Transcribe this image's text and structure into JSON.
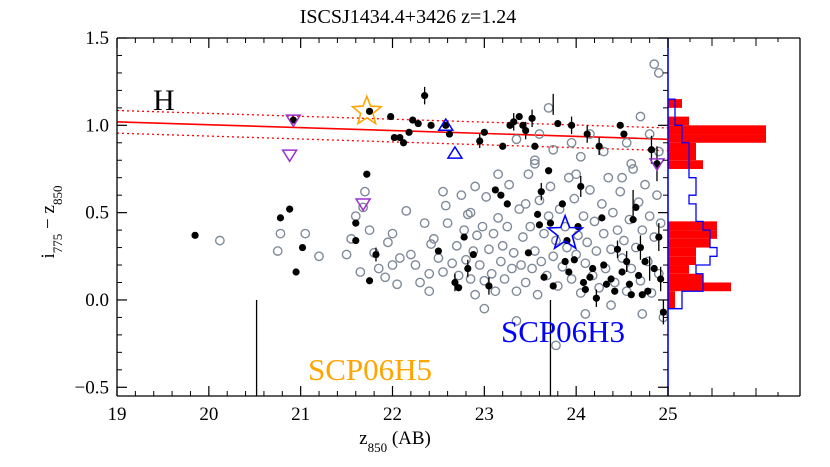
{
  "chart_data": {
    "type": "scatter",
    "title": "ISCSJ1434.4+3426 z=1.24",
    "xlabel_main": "z",
    "xlabel_sub": "850",
    "xlabel_tail": " (AB)",
    "ylabel_i": "i",
    "ylabel_i_sub": "775",
    "ylabel_mid": " − z",
    "ylabel_z_sub": "850",
    "xlim": [
      19,
      25
    ],
    "ylim": [
      -0.55,
      1.5
    ],
    "x_ticks": [
      19,
      20,
      21,
      22,
      23,
      24,
      25
    ],
    "x_tick_labels": [
      "19",
      "20",
      "21",
      "22",
      "23",
      "24",
      "25"
    ],
    "y_ticks": [
      -0.5,
      0.0,
      0.5,
      1.0,
      1.5
    ],
    "y_tick_labels": [
      "−0.5",
      "0.0",
      "0.5",
      "1.0",
      "1.5"
    ],
    "panel_label": "H",
    "annotations": [
      {
        "text": "SCP06H5",
        "color": "#FFA500"
      },
      {
        "text": "SCP06H3",
        "color": "#0000FF"
      }
    ],
    "markers_vertical": [
      20.52,
      23.72
    ],
    "red_sequence": {
      "x": [
        19,
        25
      ],
      "y": [
        1.02,
        0.92
      ],
      "scatter": 0.065,
      "color": "#FF0000"
    },
    "members": [
      [
        19.85,
        0.37
      ],
      [
        20.78,
        0.47
      ],
      [
        20.88,
        0.52
      ],
      [
        20.95,
        0.16
      ],
      [
        21.02,
        0.3
      ],
      [
        20.92,
        1.03
      ],
      [
        21.6,
        0.44
      ],
      [
        21.6,
        0.34
      ],
      [
        21.72,
        0.72
      ],
      [
        21.75,
        0.11
      ],
      [
        21.82,
        0.26
      ],
      [
        21.75,
        1.08
      ],
      [
        21.98,
        1.05
      ],
      [
        22.02,
        0.93
      ],
      [
        22.08,
        0.93
      ],
      [
        22.12,
        0.9
      ],
      [
        22.18,
        0.96
      ],
      [
        22.22,
        1.03
      ],
      [
        22.28,
        1.01
      ],
      [
        22.35,
        1.17
      ],
      [
        22.42,
        1.0
      ],
      [
        22.5,
        0.28
      ],
      [
        22.58,
        1.0
      ],
      [
        22.62,
        0.95
      ],
      [
        22.68,
        0.1
      ],
      [
        22.72,
        0.07
      ],
      [
        22.78,
        0.36
      ],
      [
        22.82,
        0.18
      ],
      [
        22.88,
        0.26
      ],
      [
        22.95,
        0.91
      ],
      [
        23.0,
        0.96
      ],
      [
        23.05,
        0.08
      ],
      [
        23.12,
        0.63
      ],
      [
        23.18,
        0.6
      ],
      [
        23.2,
        0.88
      ],
      [
        23.25,
        0.55
      ],
      [
        23.28,
        1.0
      ],
      [
        23.32,
        1.02
      ],
      [
        23.38,
        1.05
      ],
      [
        23.42,
        1.0
      ],
      [
        23.45,
        0.97
      ],
      [
        23.48,
        0.27
      ],
      [
        23.52,
        1.04
      ],
      [
        23.55,
        0.88
      ],
      [
        23.58,
        0.49
      ],
      [
        23.6,
        0.43
      ],
      [
        23.62,
        0.62
      ],
      [
        23.65,
        0.13
      ],
      [
        23.7,
        0.74
      ],
      [
        23.72,
        0.44
      ],
      [
        23.75,
        0.08
      ],
      [
        23.8,
        1.01
      ],
      [
        23.85,
        0.55
      ],
      [
        23.88,
        0.22
      ],
      [
        23.9,
        0.34
      ],
      [
        23.92,
        0.16
      ],
      [
        23.95,
        1.0
      ],
      [
        23.98,
        0.23
      ],
      [
        24.02,
        0.42
      ],
      [
        24.05,
        0.65
      ],
      [
        24.08,
        0.1
      ],
      [
        24.1,
        0.06
      ],
      [
        24.12,
        0.95
      ],
      [
        24.15,
        0.13
      ],
      [
        24.18,
        0.18
      ],
      [
        24.22,
        0.01
      ],
      [
        24.25,
        0.88
      ],
      [
        24.28,
        0.47
      ],
      [
        24.3,
        0.2
      ],
      [
        24.33,
        0.09
      ],
      [
        24.38,
        0.12
      ],
      [
        24.42,
        0.05
      ],
      [
        24.45,
        0.29
      ],
      [
        24.48,
        1.0
      ],
      [
        24.5,
        0.16
      ],
      [
        24.52,
        0.95
      ],
      [
        24.55,
        0.22
      ],
      [
        24.58,
        0.09
      ],
      [
        24.6,
        0.03
      ],
      [
        24.62,
        0.46
      ],
      [
        24.65,
        0.53
      ],
      [
        24.68,
        0.14
      ],
      [
        24.7,
        0.3
      ],
      [
        24.72,
        0.03
      ],
      [
        24.75,
        0.22
      ],
      [
        24.78,
        0.05
      ],
      [
        24.82,
        0.86
      ],
      [
        24.85,
        0.18
      ],
      [
        24.88,
        0.78
      ],
      [
        24.9,
        0.36
      ],
      [
        24.92,
        0.12
      ],
      [
        24.95,
        -0.07
      ]
    ],
    "nonmembers": [
      [
        20.12,
        0.34
      ],
      [
        20.75,
        0.28
      ],
      [
        20.78,
        0.38
      ],
      [
        21.05,
        0.38
      ],
      [
        21.5,
        0.26
      ],
      [
        21.55,
        0.35
      ],
      [
        21.6,
        0.48
      ],
      [
        21.65,
        0.16
      ],
      [
        21.68,
        0.53
      ],
      [
        21.7,
        0.62
      ],
      [
        21.75,
        0.4
      ],
      [
        21.8,
        0.27
      ],
      [
        21.85,
        0.18
      ],
      [
        21.92,
        0.13
      ],
      [
        21.95,
        0.33
      ],
      [
        22.0,
        0.38
      ],
      [
        22.05,
        0.09
      ],
      [
        22.08,
        0.24
      ],
      [
        22.15,
        0.51
      ],
      [
        22.2,
        0.26
      ],
      [
        22.25,
        0.2
      ],
      [
        22.3,
        0.1
      ],
      [
        22.35,
        0.44
      ],
      [
        22.4,
        0.15
      ],
      [
        22.42,
        0.32
      ],
      [
        22.45,
        0.35
      ],
      [
        22.5,
        0.24
      ],
      [
        22.55,
        0.16
      ],
      [
        22.58,
        0.54
      ],
      [
        22.6,
        0.44
      ],
      [
        22.65,
        0.21
      ],
      [
        22.7,
        0.31
      ],
      [
        22.72,
        0.14
      ],
      [
        22.75,
        0.6
      ],
      [
        22.78,
        0.4
      ],
      [
        22.8,
        0.23
      ],
      [
        22.82,
        0.49
      ],
      [
        22.85,
        0.12
      ],
      [
        22.88,
        0.28
      ],
      [
        22.9,
        0.03
      ],
      [
        22.92,
        0.37
      ],
      [
        22.95,
        0.2
      ],
      [
        22.98,
        0.42
      ],
      [
        23.0,
        0.11
      ],
      [
        23.02,
        0.59
      ],
      [
        23.05,
        0.29
      ],
      [
        23.08,
        0.15
      ],
      [
        23.1,
        0.38
      ],
      [
        23.12,
        0.05
      ],
      [
        23.15,
        0.47
      ],
      [
        23.18,
        0.22
      ],
      [
        23.2,
        0.31
      ],
      [
        23.22,
        0.12
      ],
      [
        23.25,
        0.42
      ],
      [
        23.27,
        0.66
      ],
      [
        23.3,
        0.18
      ],
      [
        23.32,
        0.27
      ],
      [
        23.35,
        0.05
      ],
      [
        23.38,
        0.52
      ],
      [
        23.4,
        0.2
      ],
      [
        23.42,
        0.36
      ],
      [
        23.45,
        0.1
      ],
      [
        23.48,
        0.72
      ],
      [
        23.5,
        0.42
      ],
      [
        23.52,
        0.18
      ],
      [
        23.55,
        0.28
      ],
      [
        23.58,
        0.03
      ],
      [
        23.6,
        0.57
      ],
      [
        23.62,
        0.22
      ],
      [
        23.65,
        0.38
      ],
      [
        23.68,
        0.14
      ],
      [
        23.7,
        0.48
      ],
      [
        23.72,
        0.65
      ],
      [
        23.75,
        0.25
      ],
      [
        23.78,
        0.34
      ],
      [
        23.8,
        0.08
      ],
      [
        23.82,
        0.52
      ],
      [
        23.85,
        0.19
      ],
      [
        23.88,
        0.42
      ],
      [
        23.9,
        0.3
      ],
      [
        23.92,
        0.7
      ],
      [
        23.95,
        0.12
      ],
      [
        23.98,
        0.58
      ],
      [
        24.0,
        0.26
      ],
      [
        24.02,
        0.37
      ],
      [
        24.05,
        0.04
      ],
      [
        24.08,
        0.48
      ],
      [
        24.1,
        0.21
      ],
      [
        24.12,
        0.33
      ],
      [
        24.15,
        0.63
      ],
      [
        24.18,
        0.14
      ],
      [
        24.2,
        0.45
      ],
      [
        24.22,
        0.28
      ],
      [
        24.25,
        0.07
      ],
      [
        24.28,
        0.55
      ],
      [
        24.3,
        0.38
      ],
      [
        24.32,
        0.18
      ],
      [
        24.35,
        0.7
      ],
      [
        24.38,
        0.29
      ],
      [
        24.4,
        0.5
      ],
      [
        24.42,
        0.1
      ],
      [
        24.45,
        0.4
      ],
      [
        24.48,
        0.62
      ],
      [
        24.5,
        0.24
      ],
      [
        24.52,
        0.34
      ],
      [
        24.55,
        0.05
      ],
      [
        24.58,
        0.46
      ],
      [
        24.6,
        0.18
      ],
      [
        24.62,
        0.75
      ],
      [
        24.65,
        0.3
      ],
      [
        24.68,
        0.56
      ],
      [
        24.7,
        0.11
      ],
      [
        24.72,
        0.4
      ],
      [
        24.75,
        0.66
      ],
      [
        24.78,
        0.22
      ],
      [
        24.8,
        0.48
      ],
      [
        24.82,
        0.04
      ],
      [
        24.85,
        0.36
      ],
      [
        24.88,
        0.6
      ],
      [
        24.9,
        0.15
      ],
      [
        24.92,
        0.44
      ],
      [
        24.95,
        -0.1
      ],
      [
        22.55,
        0.62
      ],
      [
        22.9,
        0.65
      ],
      [
        23.15,
        0.72
      ],
      [
        23.55,
        0.8
      ],
      [
        23.75,
        0.86
      ],
      [
        24.05,
        0.82
      ],
      [
        24.3,
        0.85
      ],
      [
        24.55,
        0.9
      ],
      [
        24.8,
        0.95
      ],
      [
        24.9,
        1.3
      ],
      [
        23.7,
        1.1
      ],
      [
        23.55,
        0.78
      ],
      [
        23.95,
        0.9
      ],
      [
        24.15,
        0.95
      ],
      [
        23.35,
        0.92
      ],
      [
        24.7,
        1.05
      ],
      [
        24.85,
        1.35
      ],
      [
        24.6,
        0.78
      ],
      [
        23.0,
        -0.05
      ],
      [
        23.35,
        -0.12
      ],
      [
        23.78,
        -0.26
      ],
      [
        24.1,
        -0.08
      ],
      [
        24.38,
        -0.03
      ],
      [
        24.72,
        -0.08
      ],
      [
        22.85,
        0.5
      ],
      [
        23.45,
        0.55
      ],
      [
        24.0,
        0.72
      ],
      [
        22.0,
        0.2
      ],
      [
        21.2,
        0.25
      ],
      [
        22.4,
        0.05
      ],
      [
        23.6,
        0.95
      ],
      [
        24.5,
        0.7
      ],
      [
        24.9,
        0.85
      ]
    ],
    "errorbars": [
      [
        22.35,
        1.17,
        0.05
      ],
      [
        23.75,
        1.12,
        0.06
      ],
      [
        23.95,
        1.0,
        0.05
      ],
      [
        24.25,
        0.88,
        0.05
      ],
      [
        24.62,
        0.55,
        0.08
      ],
      [
        24.82,
        0.86,
        0.08
      ],
      [
        24.88,
        0.78,
        0.1
      ],
      [
        24.95,
        -0.07,
        0.07
      ],
      [
        24.7,
        0.3,
        0.07
      ],
      [
        24.45,
        0.29,
        0.05
      ],
      [
        24.05,
        0.65,
        0.06
      ],
      [
        23.62,
        0.62,
        0.05
      ],
      [
        24.9,
        0.36,
        0.08
      ],
      [
        24.22,
        0.01,
        0.05
      ],
      [
        24.55,
        0.22,
        0.06
      ],
      [
        23.05,
        0.08,
        0.05
      ],
      [
        24.8,
        0.18,
        0.07
      ],
      [
        22.68,
        0.1,
        0.05
      ],
      [
        23.32,
        1.02,
        0.05
      ],
      [
        22.95,
        0.91,
        0.04
      ],
      [
        24.12,
        0.95,
        0.05
      ],
      [
        23.45,
        0.97,
        0.05
      ],
      [
        22.82,
        0.18,
        0.05
      ],
      [
        21.82,
        0.26,
        0.04
      ],
      [
        23.52,
        1.04,
        0.05
      ],
      [
        24.92,
        0.12,
        0.07
      ]
    ],
    "triangles_down_purple": [
      [
        20.92,
        1.03
      ],
      [
        20.88,
        0.83
      ],
      [
        21.68,
        0.55
      ],
      [
        24.88,
        0.78
      ]
    ],
    "triangles_up_blue": [
      [
        22.58,
        1.0
      ],
      [
        22.68,
        0.84
      ]
    ],
    "star_orange": [
      21.72,
      1.08
    ],
    "star_blue": [
      23.88,
      0.38
    ],
    "histogram": {
      "bins": [
        -0.05,
        0.05,
        0.1,
        0.15,
        0.2,
        0.25,
        0.3,
        0.35,
        0.4,
        0.45,
        0.55,
        0.6,
        0.65,
        0.7,
        0.75,
        0.8,
        0.85,
        0.9,
        0.95,
        1.0,
        1.05,
        1.1,
        1.15
      ],
      "filled_counts": [
        1,
        9,
        5,
        3,
        4,
        4,
        6,
        7,
        7,
        0,
        0,
        0,
        0,
        0,
        5,
        4,
        4,
        14,
        14,
        3,
        0,
        2,
        0
      ],
      "outline_counts": [
        2,
        5,
        5,
        4,
        6,
        7,
        6,
        6,
        5,
        4,
        3,
        4,
        4,
        3,
        3,
        3,
        3,
        2,
        2,
        1,
        1,
        1,
        0
      ],
      "fill_color": "#FF0000",
      "outline_color": "#0000FF"
    }
  }
}
